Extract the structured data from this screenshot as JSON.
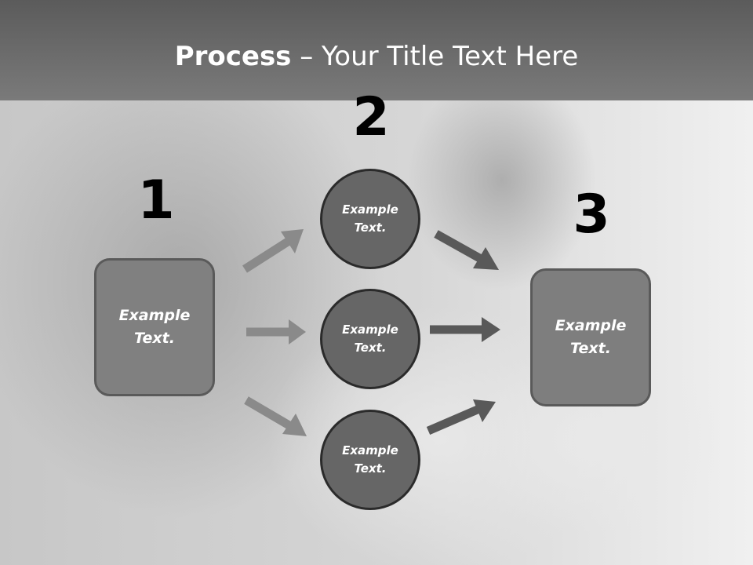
{
  "title": {
    "bold": "Process",
    "rest": " – Your Title Text Here"
  },
  "steps": [
    {
      "number": "1",
      "label": "Example Text."
    },
    {
      "number": "2",
      "items": [
        {
          "label": "Example Text."
        },
        {
          "label": "Example Text."
        },
        {
          "label": "Example Text."
        }
      ]
    },
    {
      "number": "3",
      "label": "Example Text."
    }
  ],
  "colors": {
    "header": "#6a6a6a",
    "box_fill": "#808080",
    "circle_fill": "#666666",
    "arrow_light": "#8a8a8a",
    "arrow_dark": "#595959"
  }
}
